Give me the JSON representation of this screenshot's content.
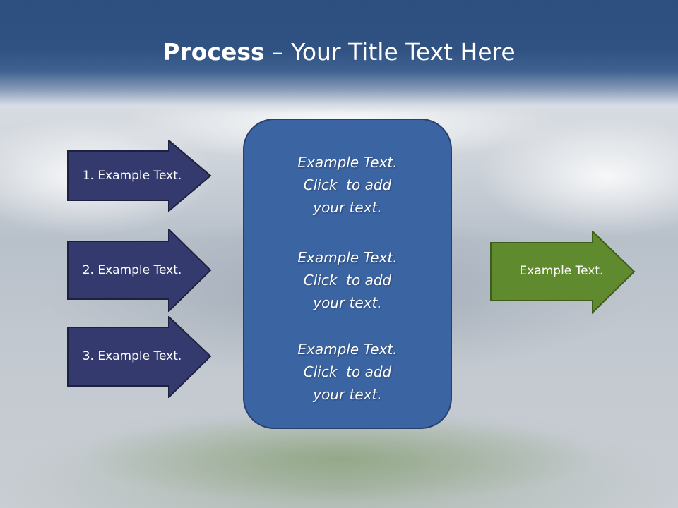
{
  "title": {
    "bold": "Process",
    "separator": " – ",
    "rest": "Your Title Text Here"
  },
  "left_arrows": [
    {
      "label": "1. Example Text."
    },
    {
      "label": "2. Example Text."
    },
    {
      "label": "3. Example Text."
    }
  ],
  "center_box": {
    "items": [
      {
        "lines": [
          "Example Text.",
          "Click  to add",
          "your text."
        ]
      },
      {
        "lines": [
          "Example Text.",
          "Click  to add",
          "your text."
        ]
      },
      {
        "lines": [
          "Example Text.",
          "Click  to add",
          "your text."
        ]
      }
    ]
  },
  "right_arrow": {
    "label": "Example Text."
  },
  "colors": {
    "title_band": "#2f5282",
    "left_arrow_fill": "#353a6e",
    "center_box_fill": "#3b64a3",
    "right_arrow_fill": "#5f8a2e"
  }
}
